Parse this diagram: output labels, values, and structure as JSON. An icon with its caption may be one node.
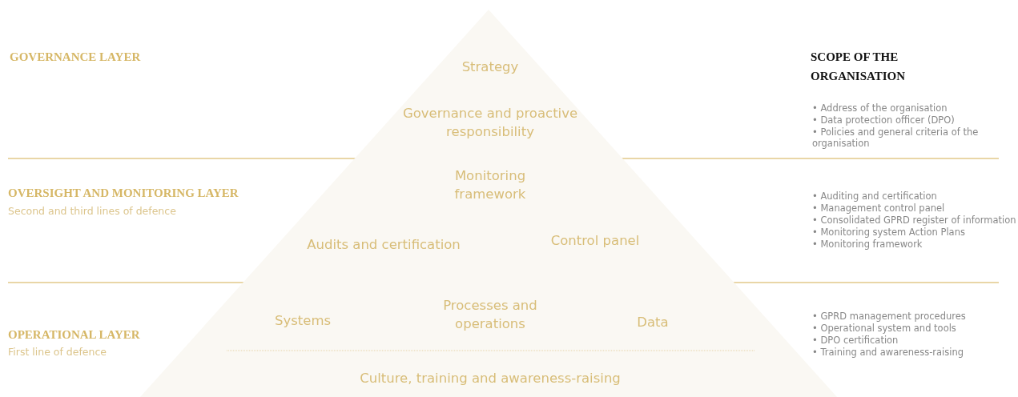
{
  "diagram": {
    "nodes": [
      {
        "text": [
          "Strategy",
          "Governance and proactive responsibility",
          "Monitoring framework",
          "Audits and certification",
          "Control panel",
          "Systems",
          "Processes and operations",
          "Data",
          "Culture, training and awareness-raising"
        ]
      }
    ],
    "labels": [
      "GOVERNANCE LAYER",
      "SCOPE OF THE ORGANISATION",
      "• Address of the organisation",
      "• Data protection officer (DPO)",
      "• Policies and general criteria of the organisation",
      "OVERSIGHT AND MONITORING LAYER",
      "Second and third lines of defence",
      "• Auditing and certification",
      "• Management control panel",
      "• Consolidated GPRD register of information",
      "• Monitoring system Action Plans",
      "• Monitoring framework",
      "OPERATIONAL LAYER",
      "First line of defence",
      "• GPRD management procedures",
      "• Operational system and tools",
      "• DPO certification",
      "• Training and awareness-raising"
    ]
  }
}
